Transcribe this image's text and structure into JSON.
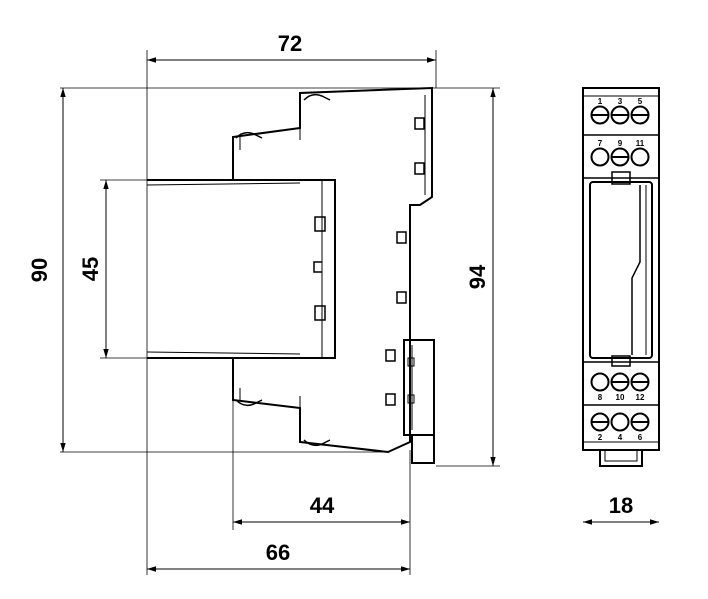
{
  "drawing": {
    "dimensions": {
      "width_overall": "72",
      "height_body": "90",
      "height_front": "45",
      "height_overall": "94",
      "depth_front": "44",
      "depth_total": "66",
      "width_module": "18"
    },
    "terminals": {
      "top_row": [
        "1",
        "3",
        "5"
      ],
      "upper_row": [
        "7",
        "9",
        "11"
      ],
      "lower_row": [
        "8",
        "10",
        "12"
      ],
      "bottom_row": [
        "2",
        "4",
        "6"
      ]
    }
  }
}
